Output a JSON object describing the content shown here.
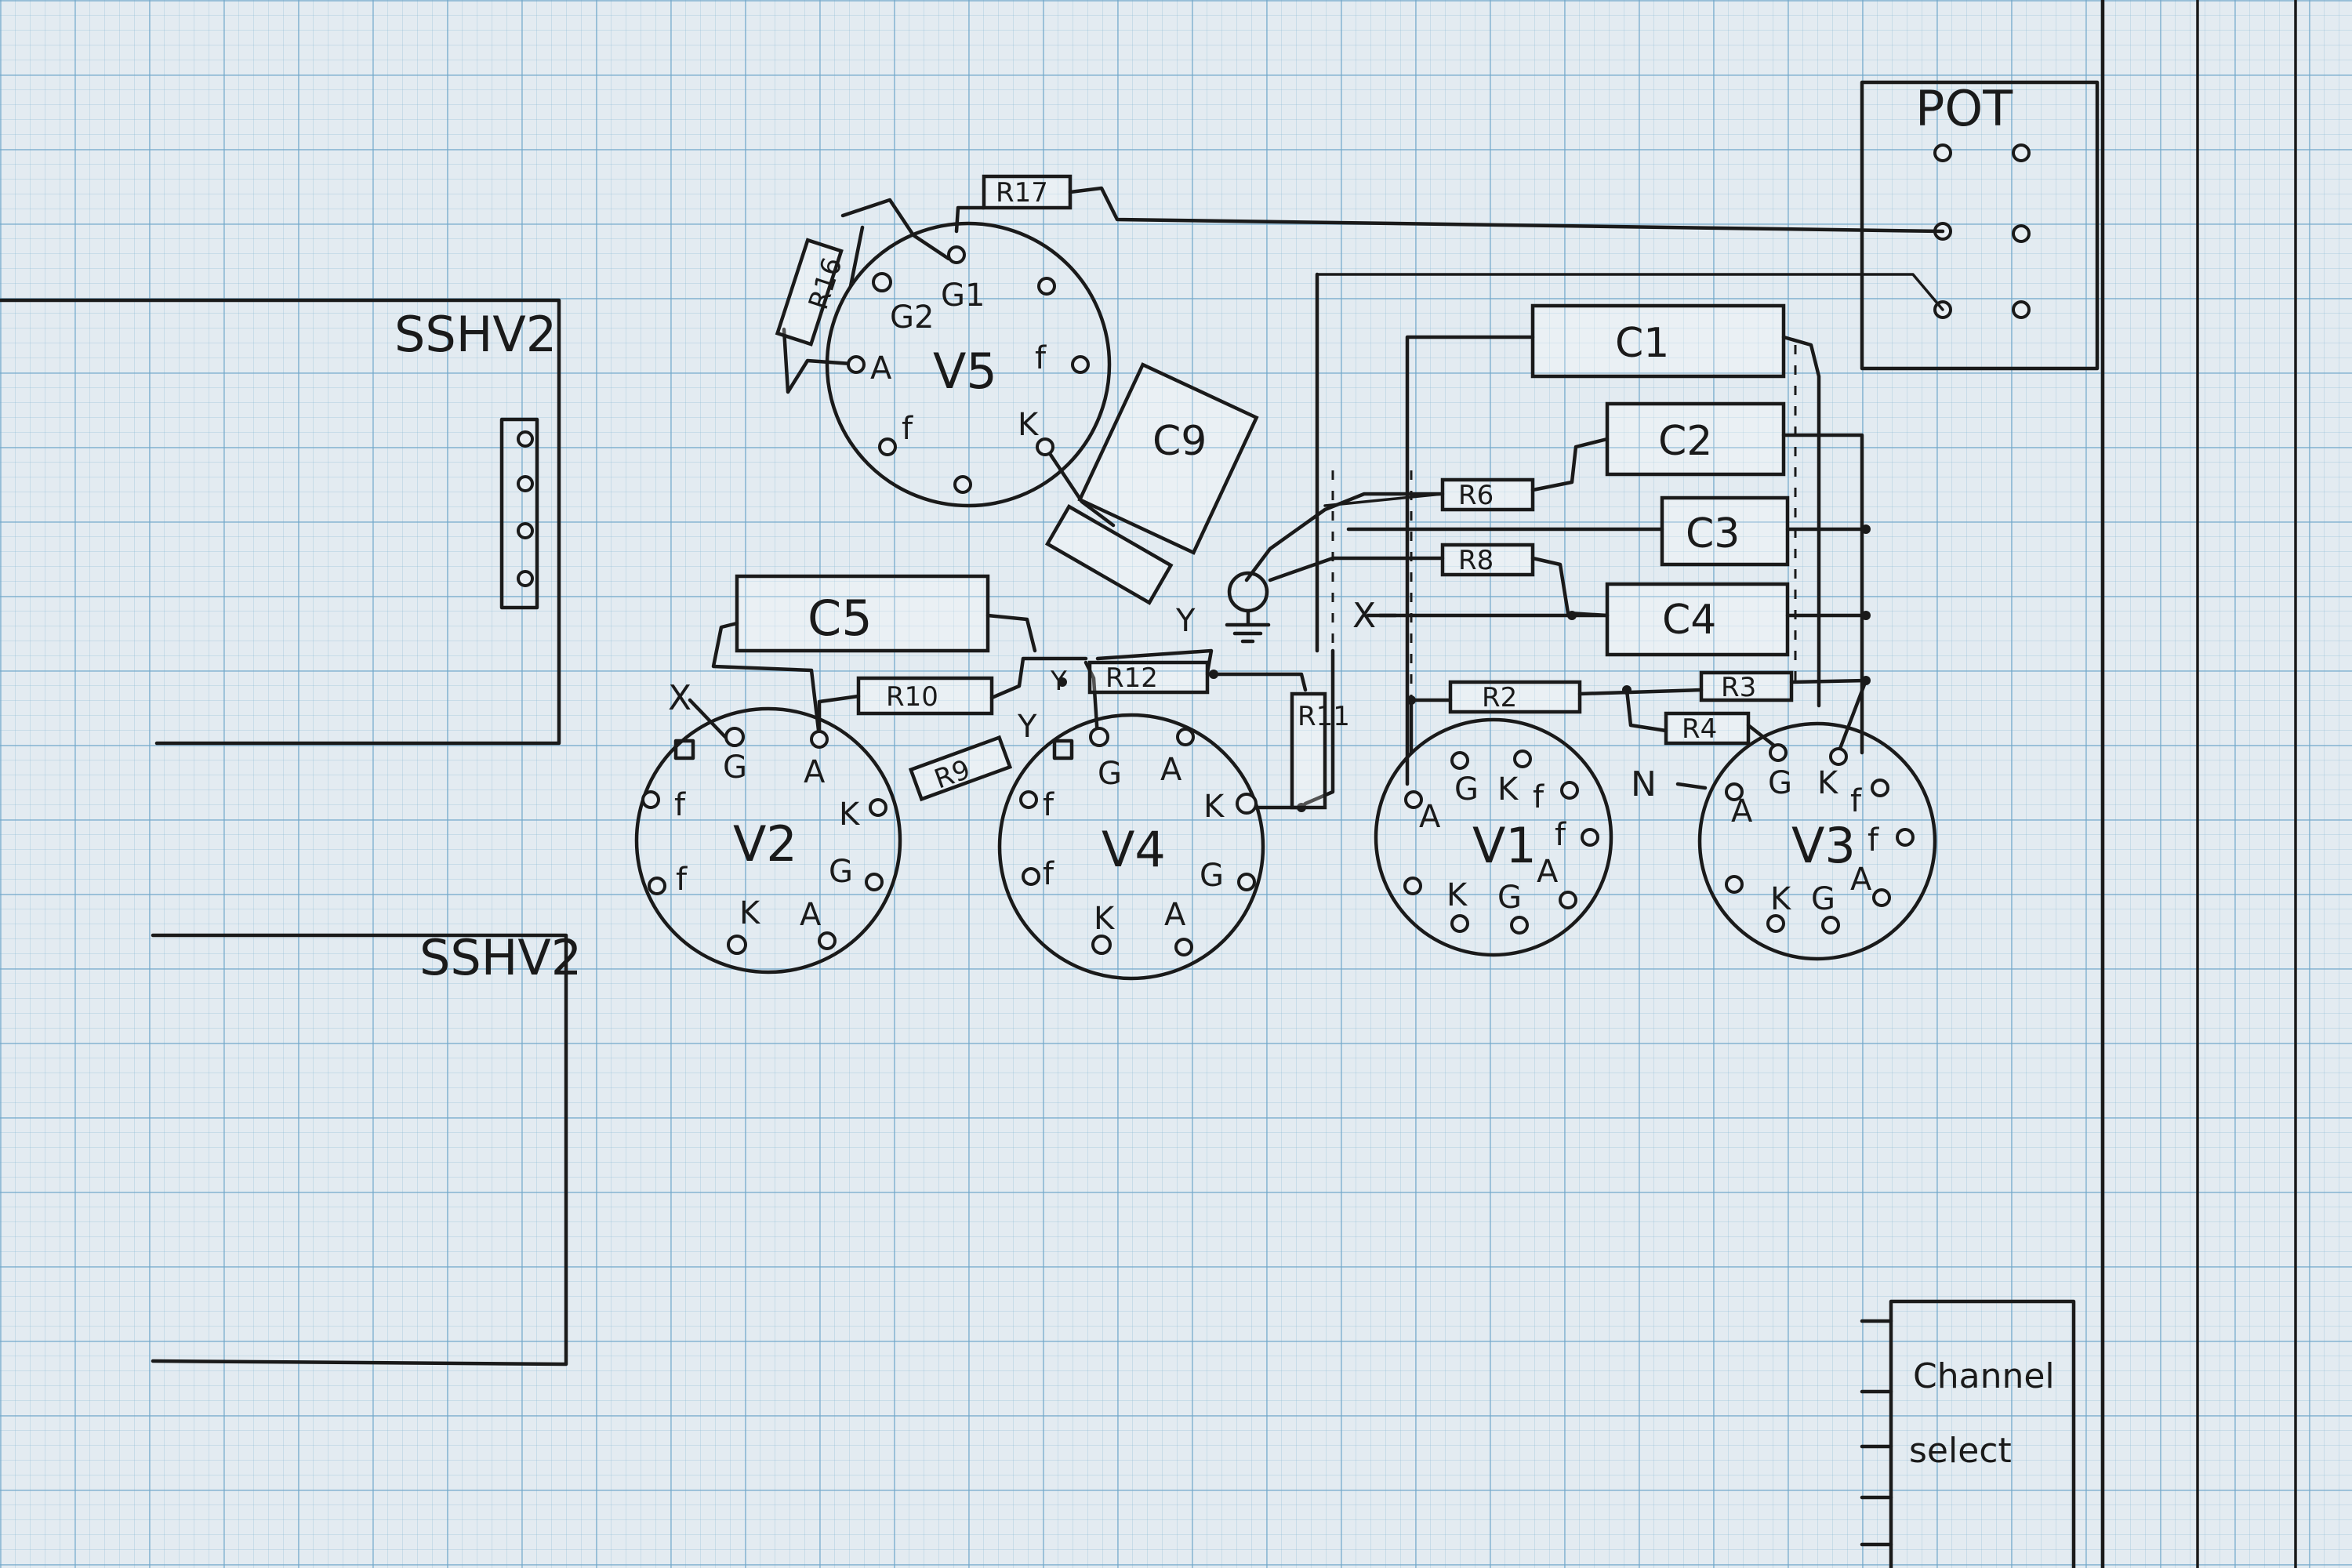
{
  "labels": {
    "sshv2_top": "SSHV2",
    "sshv2_bottom": "SSHV2",
    "pot": "POT",
    "channel_select_1": "Channel",
    "channel_select_2": "select"
  },
  "valves": {
    "v5": {
      "name": "V5",
      "g1": "G1",
      "g2": "G2",
      "a": "A",
      "f1": "f",
      "f2": "f",
      "k": "K"
    },
    "v2": {
      "name": "V2",
      "g": "G",
      "a": "A",
      "k": "K",
      "f1": "f",
      "f2": "f",
      "g2": "G",
      "k2": "K",
      "a2": "A"
    },
    "v4": {
      "name": "V4",
      "g": "G",
      "a": "A",
      "k": "K",
      "f1": "f",
      "f2": "f",
      "g2": "G",
      "k2": "K",
      "a2": "A"
    },
    "v1": {
      "name": "V1",
      "a": "A",
      "g": "G",
      "k": "K",
      "f1": "f",
      "f2": "f",
      "a2": "A",
      "k2": "K",
      "g2": "G"
    },
    "v3": {
      "name": "V3",
      "a": "A",
      "g": "G",
      "k": "K",
      "f1": "f",
      "f2": "f",
      "a2": "A",
      "k2": "K",
      "g2": "G"
    }
  },
  "capacitors": {
    "c1": "C1",
    "c2": "C2",
    "c3": "C3",
    "c4": "C4",
    "c5": "C5",
    "c9": "C9"
  },
  "resistors": {
    "r17": "R17",
    "r16": "R16",
    "r6": "R6",
    "r8": "R8",
    "r10": "R10",
    "r12": "R12",
    "r9": "R9",
    "r11": "R11",
    "r2": "R2",
    "r3": "R3",
    "r4": "R4"
  },
  "nodes": {
    "x1": "X",
    "x2": "X",
    "y1": "Y",
    "y2": "Y",
    "y3": "Y",
    "n": "N"
  }
}
